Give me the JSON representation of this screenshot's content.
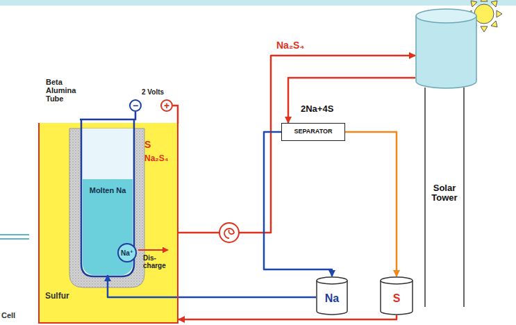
{
  "diagram": {
    "nodes": [
      {
        "text": [
          "−"
        ]
      },
      {
        "text": [
          "+"
        ]
      },
      {
        "text": [
          "S",
          "Na₂S₄",
          "Sulfur"
        ]
      },
      {
        "text": [
          "Molten Na"
        ],
        "in": 2
      },
      {
        "text": [
          "Na⁺"
        ],
        "in": 2
      },
      {
        "text": [
          "Solar Tower"
        ]
      },
      {
        "text": [
          "SEPARATOR"
        ]
      },
      {
        "text": [
          "Na"
        ]
      },
      {
        "text": [
          "S"
        ]
      }
    ],
    "edges": [
      {
        "from": 2,
        "to": 5,
        "label": "Na₂S₄",
        "arrow": "to"
      },
      {
        "from": 5,
        "to": 6,
        "label": "2Na+4S",
        "arrow": "to"
      },
      {
        "from": 6,
        "to": 7,
        "arrow": "to"
      },
      {
        "from": 6,
        "to": 8,
        "arrow": "to"
      },
      {
        "from": 7,
        "to": 3,
        "arrow": "to"
      },
      {
        "from": 8,
        "to": 2,
        "arrow": "to"
      }
    ],
    "labels": [
      "Beta Alumina Tube",
      "2 Volts",
      "Dis-charge",
      "Cell"
    ]
  }
}
